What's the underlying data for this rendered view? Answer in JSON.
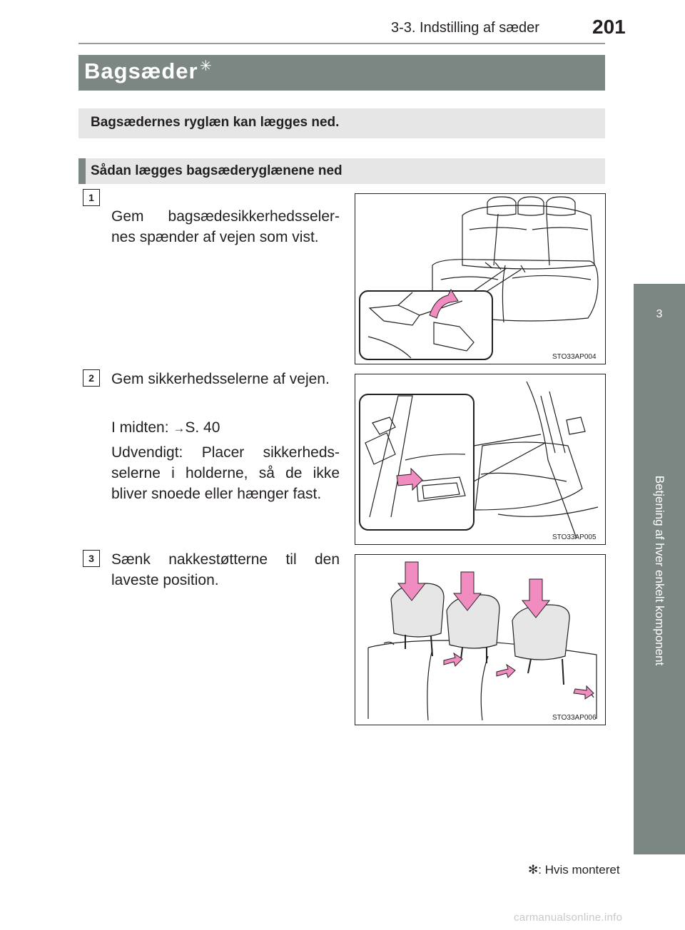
{
  "header": {
    "section": "3-3. Indstilling af sæder",
    "page_number": "201"
  },
  "side_tab": {
    "number": "3",
    "text": "Betjening af hver enkelt komponent"
  },
  "title": {
    "text": "Bagsæder",
    "star": "✳"
  },
  "intro_box": "Bagsædernes ryglæn kan lægges ned.",
  "subheading": "Sådan lægges bagsæderyglænene ned",
  "steps": [
    {
      "number": "1",
      "text": "Gem bagsædesikkerhedsseler-nes spænder af vejen som vist."
    },
    {
      "number": "2",
      "text": "Gem sikkerhedsselerne af vejen.",
      "ref_prefix": "I midten: ",
      "ref_arrow": "→",
      "ref_target": "S. 40",
      "note": "Udvendigt: Placer sikkerheds-selerne i holderne, så de ikke bliver snoede eller hænger fast."
    },
    {
      "number": "3",
      "text": "Sænk nakkestøtterne til den laveste position."
    }
  ],
  "figures": [
    {
      "code": "STO33AP004"
    },
    {
      "code": "STO33AP005"
    },
    {
      "code": "STO33AP006"
    }
  ],
  "footnote": "✻: Hvis monteret",
  "watermark": "carmanualsonline.info",
  "colors": {
    "title_bar": "#7c8783",
    "box_gray": "#e6e6e6",
    "arrow_pink": "#f08cc0",
    "text": "#231f20"
  }
}
